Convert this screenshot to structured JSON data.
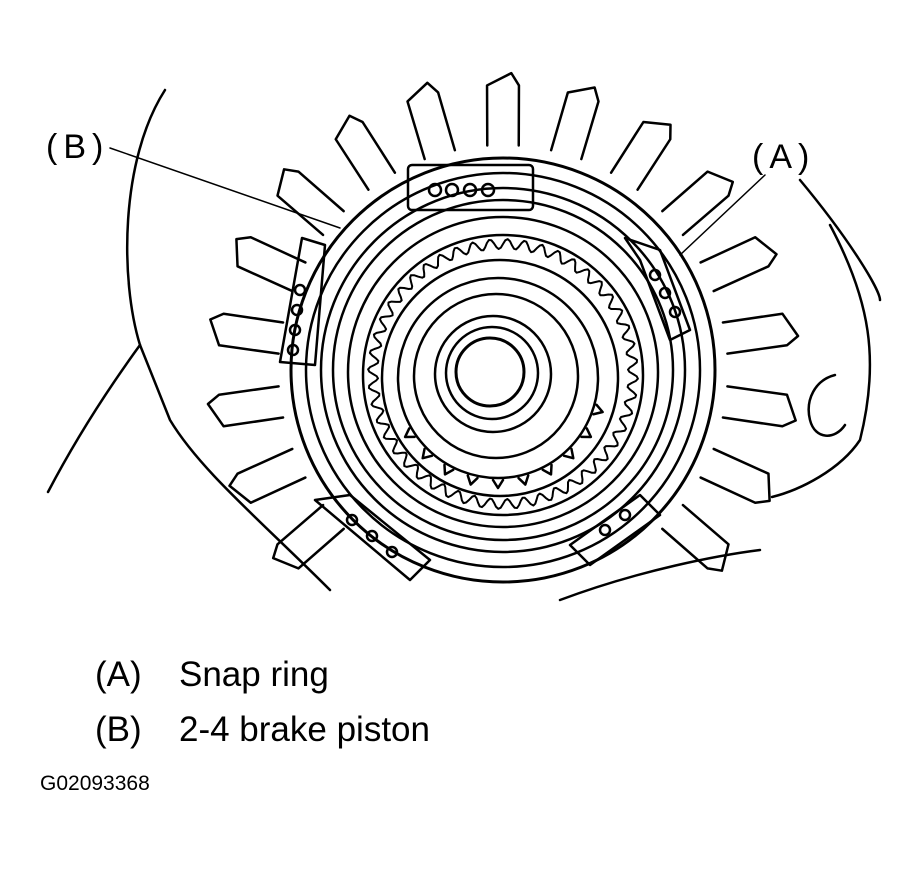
{
  "figure": {
    "callouts": {
      "a": "(A)",
      "b": "(B)"
    },
    "legend": [
      {
        "key": "(A)",
        "label": "Snap ring"
      },
      {
        "key": "(B)",
        "label": "2-4 brake piston"
      }
    ],
    "figure_id": "G02093368"
  }
}
